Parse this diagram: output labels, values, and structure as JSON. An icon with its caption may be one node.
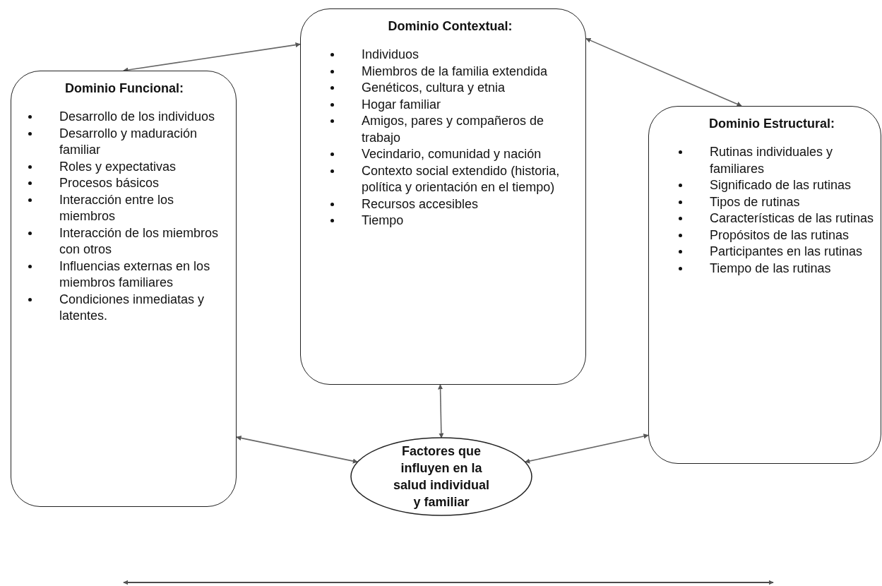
{
  "diagram": {
    "nodes": [
      {
        "text": [
          "Dominio Funcional:",
          "Desarrollo de los individuos",
          "Desarrollo y maduración familiar",
          "Roles y expectativas",
          "Procesos básicos",
          "Interacción entre los miembros",
          "Interacción de los miembros con otros",
          "Influencias externas en los miembros familiares",
          "Condiciones inmediatas y latentes."
        ]
      },
      {
        "text": [
          "Dominio Contextual:",
          "Individuos",
          "Miembros de la familia extendida",
          "Genéticos, cultura y etnia",
          "Hogar familiar",
          "Amigos, pares y compañeros de trabajo",
          "Vecindario, comunidad y nación",
          "Contexto social extendido (historia, política y orientación en el tiempo)",
          "Recursos accesibles",
          "Tiempo"
        ]
      },
      {
        "text": [
          "Dominio Estructural:",
          "Rutinas individuales y familiares",
          "Significado de las rutinas",
          "Tipos de rutinas",
          "Características de las rutinas",
          "Propósitos de las rutinas",
          "Participantes en las rutinas",
          "Tiempo de las rutinas"
        ]
      },
      {
        "text": [
          "Factores que influyen en la salud individual y familiar"
        ]
      }
    ],
    "edges": [
      {
        "from": 0,
        "to": 1,
        "arrow": "both"
      },
      {
        "from": 1,
        "to": 2,
        "arrow": "both"
      },
      {
        "from": 1,
        "to": 3,
        "arrow": "both"
      },
      {
        "from": 0,
        "to": 3,
        "arrow": "both"
      },
      {
        "from": 3,
        "to": 2,
        "arrow": "both"
      }
    ]
  }
}
